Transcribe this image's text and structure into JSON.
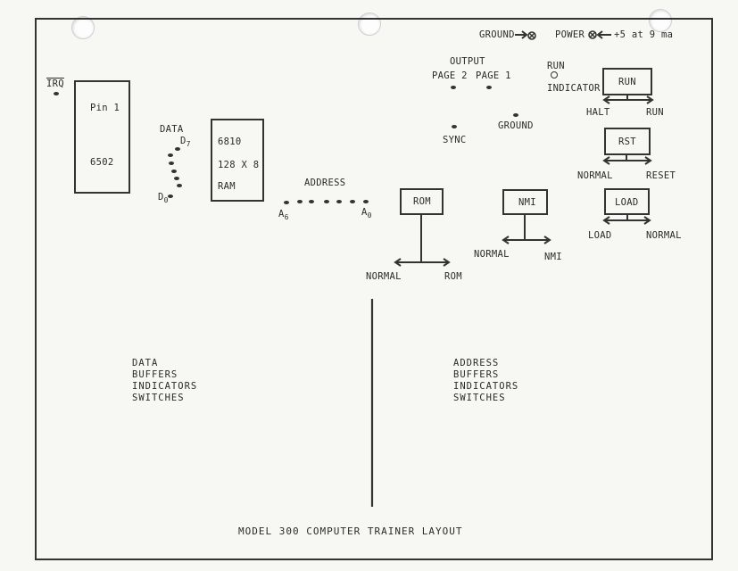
{
  "top": {
    "ground_label": "GROUND",
    "power_label": "POWER",
    "power_spec": "+5 at 9",
    "power_spec_tail": "ma"
  },
  "cpu": {
    "irq_label": "IRQ",
    "pin_label": "Pin 1",
    "chip_label": "6502"
  },
  "data_bus": {
    "label": "DATA",
    "high_bit": "D",
    "high_sub": "7",
    "low_bit": "D",
    "low_sub": "0"
  },
  "ram": {
    "part": "6810",
    "size": "128 X 8",
    "type": "RAM"
  },
  "address_bus": {
    "label": "ADDRESS",
    "left_bit": "A",
    "left_sub": "6",
    "right_bit": "A",
    "right_sub": "0"
  },
  "outputs": {
    "label": "OUTPUT",
    "page2": "PAGE 2",
    "page1": "PAGE 1",
    "sync": "SYNC",
    "ground": "GROUND"
  },
  "run_indicator": {
    "line1": "RUN",
    "line2": "INDICATOR"
  },
  "switches": {
    "run": {
      "label": "RUN",
      "left": "HALT",
      "right": "RUN"
    },
    "rst": {
      "label": "RST",
      "left": "NORMAL",
      "right": "RESET"
    },
    "load": {
      "label": "LOAD",
      "left": "LOAD",
      "right": "NORMAL"
    },
    "rom": {
      "label": "ROM",
      "left": "NORMAL",
      "right": "ROM"
    },
    "nmi": {
      "label": "NMI",
      "left": "NORMAL",
      "right": "NMI"
    }
  },
  "data_section": [
    "DATA",
    "BUFFERS",
    "INDICATORS",
    "SWITCHES"
  ],
  "address_section": [
    "ADDRESS",
    "BUFFERS",
    "INDICATORS",
    "SWITCHES"
  ],
  "footer": {
    "title": "MODEL 300 COMPUTER TRAINER LAYOUT"
  }
}
